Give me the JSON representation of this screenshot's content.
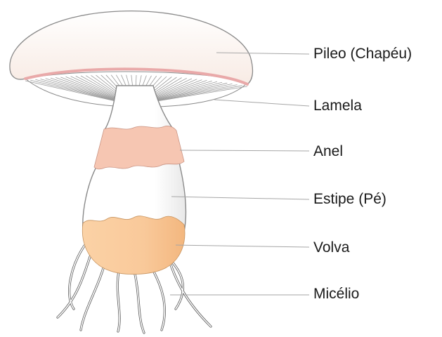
{
  "diagram": {
    "labels": {
      "pileo": "Pileo (Chapéu)",
      "lamela": "Lamela",
      "anel": "Anel",
      "estipe": "Estipe (Pé)",
      "volva": "Volva",
      "micelio": "Micélio"
    },
    "colors": {
      "cap": "#fbf3ee",
      "cap_rim": "#e9a9a9",
      "gills": "#9b9b9b",
      "stem": "#ffffff",
      "ring": "#f6c6b2",
      "volva": "#f9c99a",
      "outline": "#8a8a8a",
      "leader_line": "#a6a6a6",
      "mycelium": "#555555"
    }
  }
}
